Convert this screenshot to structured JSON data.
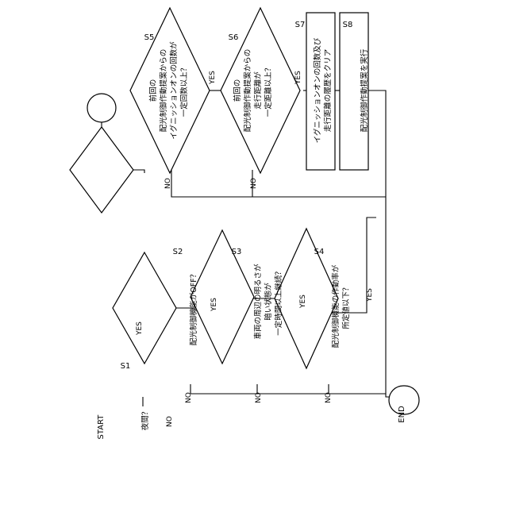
{
  "terminals": {
    "start": "START",
    "end": "END"
  },
  "steps": {
    "s1": {
      "id": "S1",
      "text": [
        "夜間？"
      ]
    },
    "s2": {
      "id": "S2",
      "text": [
        "配光制御機能がOFF？"
      ]
    },
    "s3": {
      "id": "S3",
      "text": [
        "車両の周辺の明るさが",
        "暗い状態が",
        "一定時間以上継続？"
      ]
    },
    "s4": {
      "id": "S4",
      "text": [
        "配光制御機能の作動率が",
        "所定値以下？"
      ]
    },
    "s5": {
      "id": "S5",
      "text": [
        "前回の",
        "配光制御作動提案からの",
        "イグニッションオンの回数が",
        "一定回数以上？"
      ]
    },
    "s6": {
      "id": "S6",
      "text": [
        "前回の",
        "配光制御作動提案からの",
        "走行距離が",
        "一定距離以上？"
      ]
    },
    "s7": {
      "id": "S7",
      "text": [
        "イグニッションオンの回数及び",
        "走行距離の履歴をクリア"
      ]
    },
    "s8": {
      "id": "S8",
      "text": [
        "配光制御作動提案を実行"
      ]
    }
  },
  "branch": {
    "yes": "YES",
    "no": "NO"
  }
}
